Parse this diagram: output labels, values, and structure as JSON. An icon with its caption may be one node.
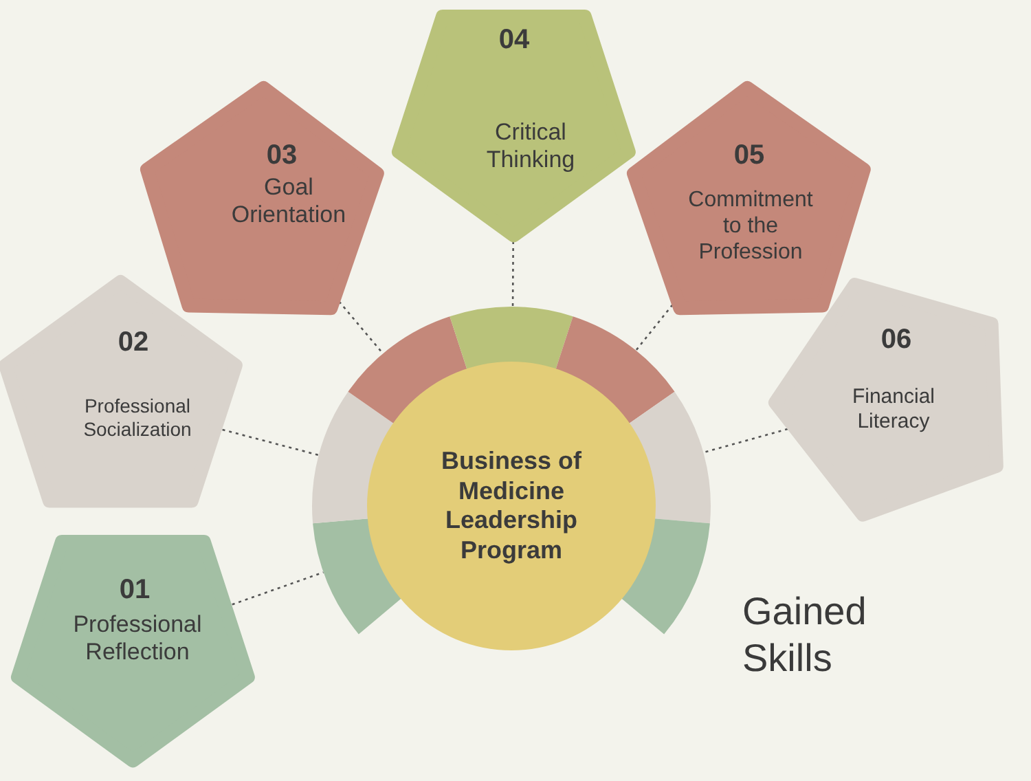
{
  "diagram": {
    "nodes": [
      {
        "text": [
          "01",
          "Professional Reflection"
        ]
      },
      {
        "text": [
          "02",
          "Professional Socialization"
        ]
      },
      {
        "text": [
          "03",
          "Goal Orientation"
        ]
      },
      {
        "text": [
          "04",
          "Critical Thinking"
        ]
      },
      {
        "text": [
          "05",
          "Commitment to the Profession"
        ]
      },
      {
        "text": [
          "06",
          "Financial Literacy"
        ]
      },
      {
        "text": [
          "Business of Medicine Leadership Program"
        ]
      }
    ],
    "edges": [
      {
        "from": 0,
        "to": 6,
        "arrow": "none",
        "style": "dashed"
      },
      {
        "from": 1,
        "to": 6,
        "arrow": "none",
        "style": "dashed"
      },
      {
        "from": 2,
        "to": 6,
        "arrow": "none",
        "style": "dashed"
      },
      {
        "from": 3,
        "to": 6,
        "arrow": "none",
        "style": "dashed"
      },
      {
        "from": 4,
        "to": 6,
        "arrow": "none",
        "style": "dashed"
      },
      {
        "from": 5,
        "to": 6,
        "arrow": "none",
        "style": "dashed"
      }
    ],
    "labels": [
      "Gained Skills"
    ]
  }
}
